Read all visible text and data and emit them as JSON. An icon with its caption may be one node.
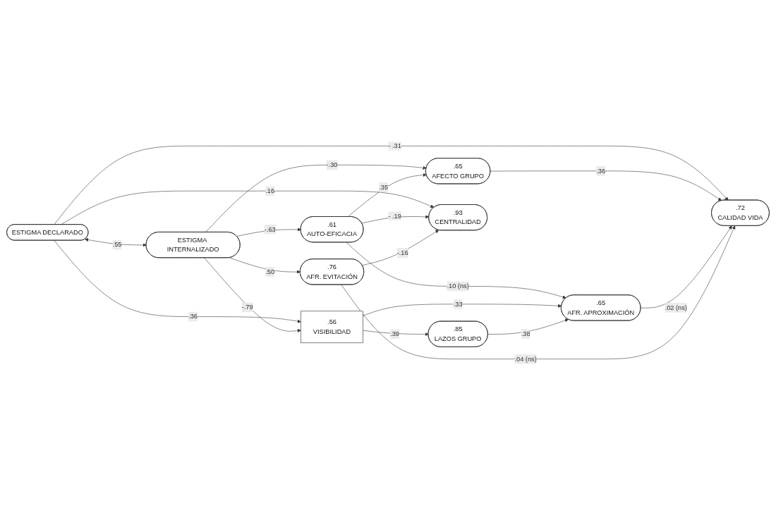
{
  "diagram": {
    "nodes": [
      {
        "text": [
          "ESTIGMA DECLARADO"
        ]
      },
      {
        "text": [
          "ESTIGMA INTERNALIZADO"
        ]
      },
      {
        "text": [
          ".61",
          "AUTO-EFICACIA"
        ]
      },
      {
        "text": [
          ".56",
          "VISIBILIDAD"
        ]
      },
      {
        "text": [
          ".85",
          "LAZOS GRUPO"
        ]
      },
      {
        "text": [
          ".65",
          "AFECTO GRUPO"
        ]
      },
      {
        "text": [
          ".93",
          "CENTRALIDAD"
        ]
      },
      {
        "text": [
          ".65",
          "AFR. APROXIMACIÓN"
        ]
      },
      {
        "text": [
          ".76",
          "AFR. EVITACIÓN"
        ]
      },
      {
        "text": [
          ".72",
          "CALIDAD VIDA"
        ]
      }
    ],
    "edges": [
      {
        "from": 0,
        "to": 1,
        "arrow": "both",
        "label": ".55"
      },
      {
        "from": 0,
        "to": 9,
        "arrow": "to",
        "label": "- .31"
      },
      {
        "from": 0,
        "to": 3,
        "arrow": "to",
        "label": ".36"
      },
      {
        "from": 0,
        "to": 6,
        "arrow": "to",
        "label": ".16"
      },
      {
        "from": 1,
        "to": 2,
        "arrow": "to",
        "label": "-.63"
      },
      {
        "from": 1,
        "to": 3,
        "arrow": "to",
        "label": "-.79"
      },
      {
        "from": 1,
        "to": 5,
        "arrow": "to",
        "label": "-.30"
      },
      {
        "from": 1,
        "to": 8,
        "arrow": "to",
        "label": ".50"
      },
      {
        "from": 2,
        "to": 5,
        "arrow": "to",
        "label": ".35"
      },
      {
        "from": 2,
        "to": 6,
        "arrow": "to",
        "label": "- .19"
      },
      {
        "from": 2,
        "to": 7,
        "arrow": "to",
        "label": ".10 (ns)"
      },
      {
        "from": 3,
        "to": 7,
        "arrow": "to",
        "label": ".33"
      },
      {
        "from": 3,
        "to": 4,
        "arrow": "to",
        "label": ".39"
      },
      {
        "from": 4,
        "to": 7,
        "arrow": "to",
        "label": ".38"
      },
      {
        "from": 5,
        "to": 9,
        "arrow": "to",
        "label": ".36"
      },
      {
        "from": 8,
        "to": 6,
        "arrow": "to",
        "label": "-.16"
      },
      {
        "from": 7,
        "to": 9,
        "arrow": "to",
        "label": ".02 (ns)"
      },
      {
        "from": 8,
        "to": 9,
        "arrow": "to",
        "label": ".04 (ns)"
      }
    ]
  }
}
